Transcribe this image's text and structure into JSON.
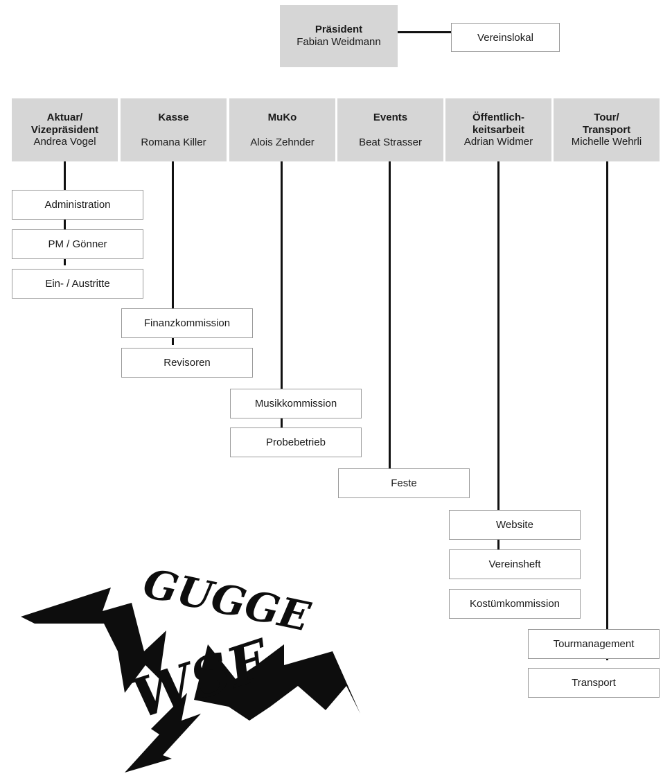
{
  "president": {
    "role": "Präsident",
    "name": "Fabian Weidmann"
  },
  "vereinslokal": "Vereinslokal",
  "departments": [
    {
      "role_line1": "Aktuar/",
      "role_line2": "Vizepräsident",
      "name": "Andrea Vogel",
      "items": [
        "Administration",
        "PM / Gönner",
        "Ein- / Austritte"
      ]
    },
    {
      "role_line1": "",
      "role_line2": "Kasse",
      "name": "Romana Killer",
      "items": [
        "Finanzkommission",
        "Revisoren"
      ]
    },
    {
      "role_line1": "",
      "role_line2": "MuKo",
      "name": "Alois Zehnder",
      "items": [
        "Musikkommission",
        "Probebetrieb"
      ]
    },
    {
      "role_line1": "",
      "role_line2": "Events",
      "name": "Beat Strasser",
      "items": [
        "Feste"
      ]
    },
    {
      "role_line1": "Öffentlich-",
      "role_line2": "keitsarbeit",
      "name": "Adrian Widmer",
      "items": [
        "Website",
        "Vereinsheft",
        "Kostümkommission"
      ]
    },
    {
      "role_line1": "Tour/",
      "role_line2": "Transport",
      "name": "Michelle Wehrli",
      "items": [
        "Tourmanagement",
        "Transport"
      ]
    }
  ],
  "logo": {
    "text_top": "GUGGE",
    "text_bottom": "WSF"
  }
}
